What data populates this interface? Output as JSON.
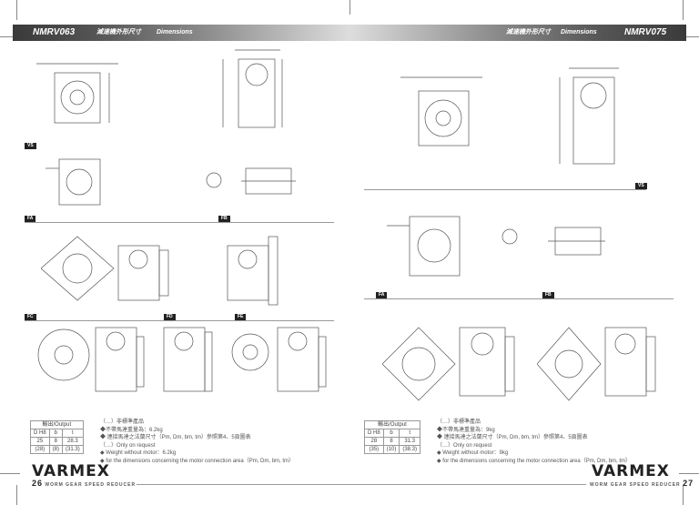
{
  "left_page": {
    "model": "NMRV063",
    "title_cn": "減速機外形尺寸",
    "title_en": "Dimensions",
    "sections": [
      "VS",
      "FA",
      "FB",
      "FC",
      "FD",
      "FE"
    ],
    "output_table": {
      "caption": "輸出/Output",
      "headers": [
        "D H8",
        "b",
        "t"
      ],
      "rows": [
        [
          "25",
          "8",
          "28.3"
        ],
        [
          "(28)",
          "(8)",
          "(31.3)"
        ]
      ]
    },
    "notes": [
      "（…）非標準產品",
      "◆不帶馬達重量為：6.2kg",
      "◆ 連接馬達之法蘭尺寸（Pm, Dm, bm, tm）參照第4、5頁圖表",
      "（…）Only on request",
      "◆ Weight without motor：6.2kg",
      "◆ for the dimensions concerning the motor connection area（Pm, Dm, bm, tm）"
    ],
    "logo": "VARMEX",
    "page_number": "26",
    "footer": "WORM GEAR SPEED REDUCER"
  },
  "right_page": {
    "model": "NMRV075",
    "title_cn": "減速機外形尺寸",
    "title_en": "Dimensions",
    "sections": [
      "VS",
      "FA",
      "FB"
    ],
    "output_table": {
      "caption": "輸出/Output",
      "headers": [
        "D H8",
        "b",
        "t"
      ],
      "rows": [
        [
          "28",
          "8",
          "31.3"
        ],
        [
          "(35)",
          "(10)",
          "(38.3)"
        ]
      ]
    },
    "notes": [
      "（…）非標準產品",
      "◆不帶馬達重量為：9kg",
      "◆ 連接馬達之法蘭尺寸（Pm, Dm, bm, tm）參照第4、5頁圖表",
      "（…）Only on request",
      "◆ Weight without motor：9kg",
      "◆ for the dimensions concerning the motor connection area（Pm, Dm, bm, tm）"
    ],
    "logo": "VARMEX",
    "page_number": "27",
    "footer": "WORM GEAR SPEED REDUCER"
  }
}
